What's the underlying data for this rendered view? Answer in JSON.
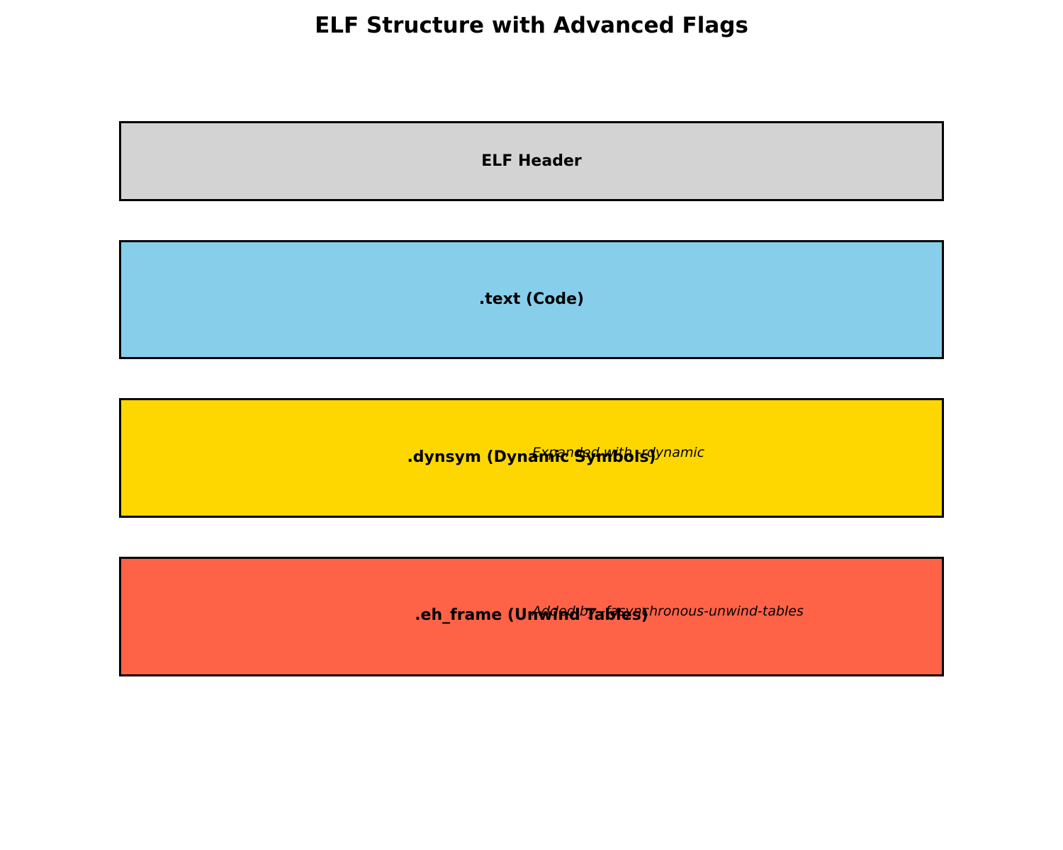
{
  "title": "ELF Structure with Advanced Flags",
  "sections": [
    {
      "label": "ELF Header",
      "color": "#d3d3d3",
      "note": ""
    },
    {
      "label": ".text (Code)",
      "color": "#87ceeb",
      "note": ""
    },
    {
      "label": ".dynsym (Dynamic Symbols)",
      "color": "#ffd700",
      "note": "Expanded with -rdynamic"
    },
    {
      "label": ".eh_frame (Unwind Tables)",
      "color": "#ff6347",
      "note": "Added by -fasynchronous-unwind-tables"
    }
  ]
}
